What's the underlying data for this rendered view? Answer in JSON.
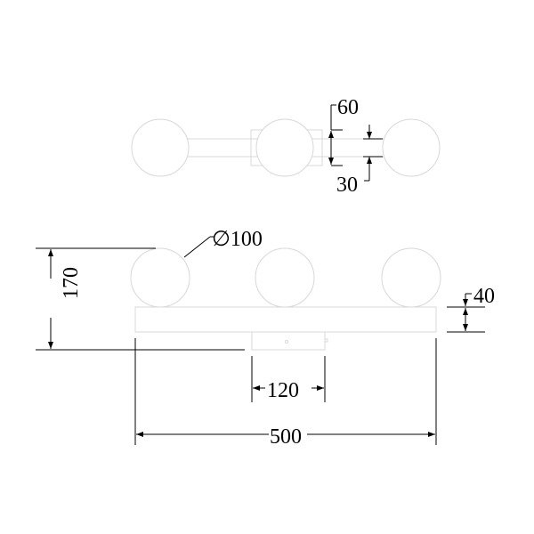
{
  "dimensions": {
    "top_height": "60",
    "top_bar": "30",
    "diameter": "∅100",
    "total_height": "170",
    "bar_height": "40",
    "mount_width": "120",
    "total_width": "500"
  },
  "colors": {
    "parts": "#d8d8d8",
    "dimensions": "#000000"
  }
}
